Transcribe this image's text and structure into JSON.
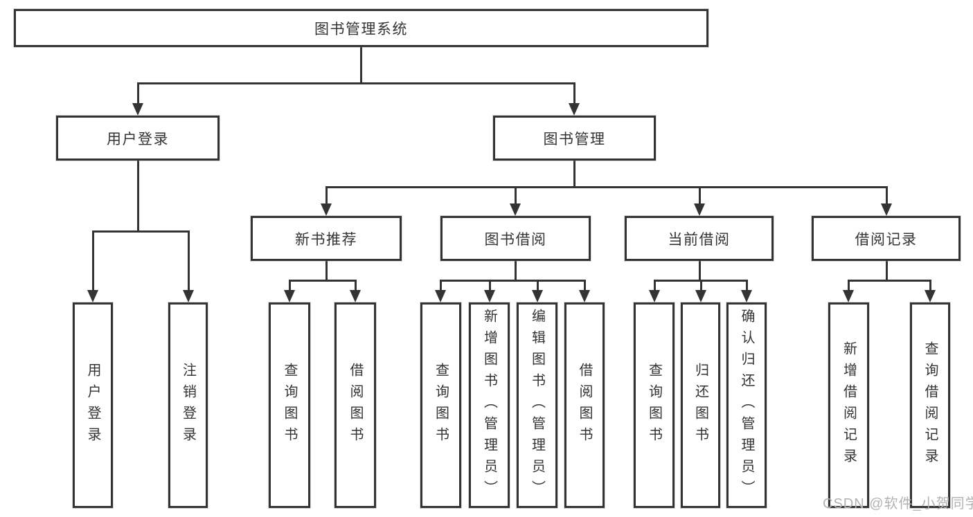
{
  "diagram": {
    "type": "function-structure-tree",
    "colors": {
      "background": "#ffffff",
      "line": "#333333",
      "text": "#333333",
      "watermark": "#b3b1b1"
    },
    "tree": {
      "label": "图书管理系统",
      "children": [
        {
          "label": "用户登录",
          "children": [
            {
              "label": "用户登录"
            },
            {
              "label": "注销登录"
            }
          ]
        },
        {
          "label": "图书管理",
          "children": [
            {
              "label": "新书推荐",
              "children": [
                {
                  "label": "查询图书"
                },
                {
                  "label": "借阅图书"
                }
              ]
            },
            {
              "label": "图书借阅",
              "children": [
                {
                  "label": "查询图书"
                },
                {
                  "label": "新增图书（管理员）"
                },
                {
                  "label": "编辑图书（管理员）"
                },
                {
                  "label": "借阅图书"
                }
              ]
            },
            {
              "label": "当前借阅",
              "children": [
                {
                  "label": "查询图书"
                },
                {
                  "label": "归还图书"
                },
                {
                  "label": "确认归还（管理员）"
                }
              ]
            },
            {
              "label": "借阅记录",
              "children": [
                {
                  "label": "新增借阅记录"
                },
                {
                  "label": "查询借阅记录"
                }
              ]
            }
          ]
        }
      ]
    }
  },
  "watermark": {
    "text": "CSDN @软件_小贺同学"
  }
}
